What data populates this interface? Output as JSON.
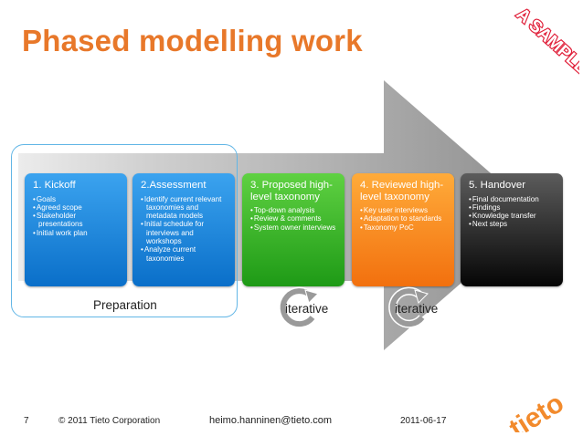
{
  "title": "Phased modelling work",
  "stamp": "A SAMPLE",
  "phases": [
    {
      "title": "1. Kickoff",
      "bullets": [
        "Goals",
        "Agreed scope",
        "Stakeholder presentations",
        "Initial work plan"
      ]
    },
    {
      "title": "2.Assessment",
      "bullets": [
        "Identify current relevant taxonomies and metadata models",
        "Initial schedule for interviews and workshops",
        "Analyze current taxonomies"
      ]
    },
    {
      "title": "3. Proposed high-level taxonomy",
      "bullets": [
        "Top-down analysis",
        "Review & comments",
        "System owner interviews"
      ]
    },
    {
      "title": "4. Reviewed high-level taxonomy",
      "bullets": [
        "Key user interviews",
        "Adaptation to standards",
        "Taxonomy PoC"
      ]
    },
    {
      "title": "5. Handover",
      "bullets": [
        "Final documentation",
        "Findings",
        "Knowledge transfer",
        "Next steps"
      ]
    }
  ],
  "preparation_label": "Preparation",
  "iterative_labels": [
    "iterative",
    "iterative"
  ],
  "footer": {
    "page_number": "7",
    "copyright": "© 2011 Tieto Corporation",
    "email": "heimo.hanninen@tieto.com",
    "date": "2011-06-17"
  },
  "logo": "tieto",
  "colors": {
    "title": "#e8782a",
    "arrow": "#a6a6a6",
    "phase_blue": "#1f86dd",
    "phase_green": "#34b524",
    "phase_orange": "#f7880f",
    "phase_black": "#1c1c1c",
    "stamp": "#e0203a",
    "preparation_border": "#62b6e6"
  }
}
